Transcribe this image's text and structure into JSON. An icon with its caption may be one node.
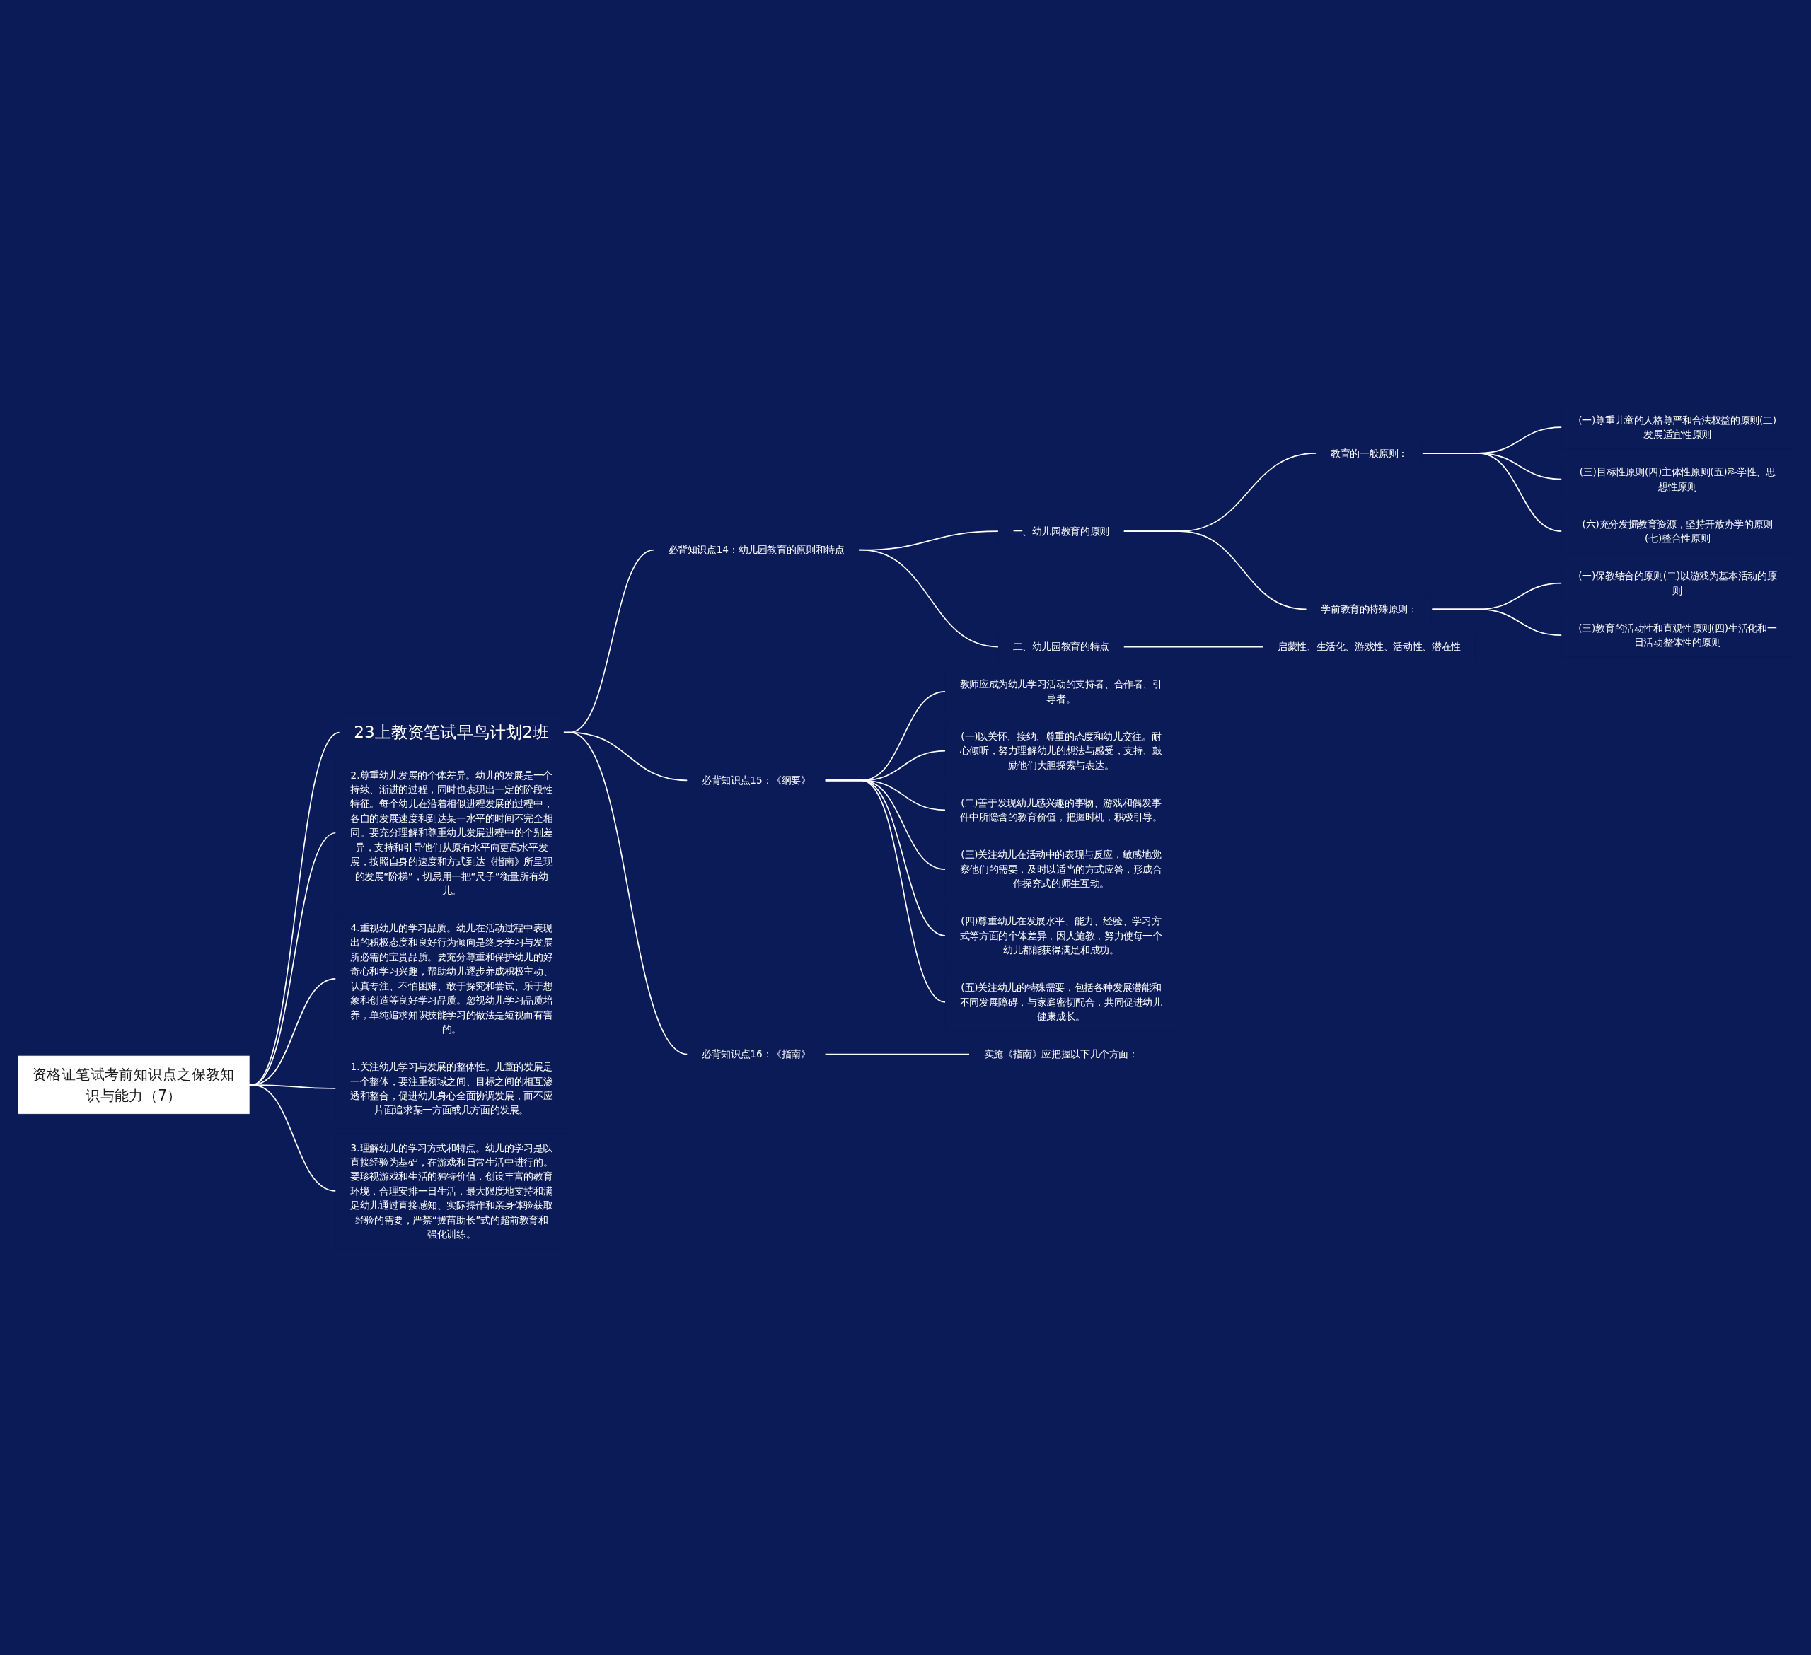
{
  "diagram": {
    "nodes": [
      {
        "text": [
          "资格证笔试考前知识点之保教知识与能力（7）"
        ]
      },
      {
        "text": [
          "23上教资笔试早鸟计划2班"
        ]
      },
      {
        "text": [
          "必背知识点14：幼儿园教育的原则和特点"
        ]
      },
      {
        "text": [
          "一、幼儿园教育的原则"
        ]
      },
      {
        "text": [
          "教育的一般原则："
        ]
      },
      {
        "text": [
          "(一)尊重儿童的人格尊严和合法权益的原则(二)发展适宜性原则"
        ]
      },
      {
        "text": [
          "(三)目标性原则(四)主体性原则(五)科学性、思想性原则"
        ]
      },
      {
        "text": [
          "(六)充分发掘教育资源，坚持开放办学的原则(七)整合性原则"
        ]
      },
      {
        "text": [
          "学前教育的特殊原则："
        ]
      },
      {
        "text": [
          "(一)保教结合的原则(二)以游戏为基本活动的原则"
        ]
      },
      {
        "text": [
          "(三)教育的活动性和直观性原则(四)生活化和一日活动整体性的原则"
        ]
      },
      {
        "text": [
          "二、幼儿园教育的特点"
        ]
      },
      {
        "text": [
          "启蒙性、生活化、游戏性、活动性、潜在性"
        ]
      },
      {
        "text": [
          "必背知识点15：《纲要》"
        ]
      },
      {
        "text": [
          "教师应成为幼儿学习活动的支持者、合作者、引导者。"
        ]
      },
      {
        "text": [
          "(一)以关怀、接纳、尊重的态度和幼儿交往。耐心倾听，努力理解幼儿的想法与感受，支持、鼓励他们大胆探索与表达。"
        ]
      },
      {
        "text": [
          "(二)善于发现幼儿感兴趣的事物、游戏和偶发事件中所隐含的教育价值，把握时机，积极引导。"
        ]
      },
      {
        "text": [
          "(三)关注幼儿在活动中的表现与反应，敏感地觉察他们的需要，及时以适当的方式应答，形成合作探究式的师生互动。"
        ]
      },
      {
        "text": [
          "(四)尊重幼儿在发展水平、能力、经验、学习方式等方面的个体差异，因人施教，努力使每一个幼儿都能获得满足和成功。"
        ]
      },
      {
        "text": [
          "(五)关注幼儿的特殊需要，包括各种发展潜能和不同发展障碍，与家庭密切配合，共同促进幼儿健康成长。"
        ]
      },
      {
        "text": [
          "必背知识点16：《指南》"
        ]
      },
      {
        "text": [
          "实施《指南》应把握以下几个方面："
        ]
      },
      {
        "text": [
          "2.尊重幼儿发展的个体差异。幼儿的发展是一个持续、渐进的过程，同时也表现出一定的阶段性特征。每个幼儿在沿着相似进程发展的过程中，各自的发展速度和到达某一水平的时间不完全相同。要充分理解和尊重幼儿发展进程中的个别差异，支持和引导他们从原有水平向更高水平发展，按照自身的速度和方式到达《指南》所呈现的发展“阶梯”，切忌用一把“尺子”衡量所有幼儿。"
        ]
      },
      {
        "text": [
          "4.重视幼儿的学习品质。幼儿在活动过程中表现出的积极态度和良好行为倾向是终身学习与发展所必需的宝贵品质。要充分尊重和保护幼儿的好奇心和学习兴趣，帮助幼儿逐步养成积极主动、认真专注、不怕困难、敢于探究和尝试、乐于想象和创造等良好学习品质。忽视幼儿学习品质培养，单纯追求知识技能学习的做法是短视而有害的。"
        ]
      },
      {
        "text": [
          "1.关注幼儿学习与发展的整体性。儿童的发展是一个整体，要注重领域之间、目标之间的相互渗透和整合，促进幼儿身心全面协调发展，而不应片面追求某一方面或几方面的发展。"
        ]
      },
      {
        "text": [
          "3.理解幼儿的学习方式和特点。幼儿的学习是以直接经验为基础，在游戏和日常生活中进行的。要珍视游戏和生活的独特价值，创设丰富的教育环境，合理安排一日生活，最大限度地支持和满足幼儿通过直接感知、实际操作和亲身体验获取经验的需要，严禁“拔苗助长”式的超前教育和强化训练。"
        ]
      }
    ],
    "edges": [
      {
        "from": 0,
        "to": 1,
        "arrow": "none"
      },
      {
        "from": 1,
        "to": 2,
        "arrow": "none"
      },
      {
        "from": 2,
        "to": 3,
        "arrow": "none"
      },
      {
        "from": 3,
        "to": 4,
        "arrow": "none"
      },
      {
        "from": 4,
        "to": 5,
        "arrow": "none"
      },
      {
        "from": 4,
        "to": 6,
        "arrow": "none"
      },
      {
        "from": 4,
        "to": 7,
        "arrow": "none"
      },
      {
        "from": 3,
        "to": 8,
        "arrow": "none"
      },
      {
        "from": 8,
        "to": 9,
        "arrow": "none"
      },
      {
        "from": 8,
        "to": 10,
        "arrow": "none"
      },
      {
        "from": 2,
        "to": 11,
        "arrow": "none"
      },
      {
        "from": 11,
        "to": 12,
        "arrow": "none"
      },
      {
        "from": 1,
        "to": 13,
        "arrow": "none"
      },
      {
        "from": 13,
        "to": 14,
        "arrow": "none"
      },
      {
        "from": 13,
        "to": 15,
        "arrow": "none"
      },
      {
        "from": 13,
        "to": 16,
        "arrow": "none"
      },
      {
        "from": 13,
        "to": 17,
        "arrow": "none"
      },
      {
        "from": 13,
        "to": 18,
        "arrow": "none"
      },
      {
        "from": 13,
        "to": 19,
        "arrow": "none"
      },
      {
        "from": 1,
        "to": 20,
        "arrow": "none"
      },
      {
        "from": 20,
        "to": 21,
        "arrow": "none"
      },
      {
        "from": 0,
        "to": 22,
        "arrow": "none"
      },
      {
        "from": 0,
        "to": 23,
        "arrow": "none"
      },
      {
        "from": 0,
        "to": 24,
        "arrow": "none"
      },
      {
        "from": 0,
        "to": 25,
        "arrow": "none"
      }
    ]
  }
}
